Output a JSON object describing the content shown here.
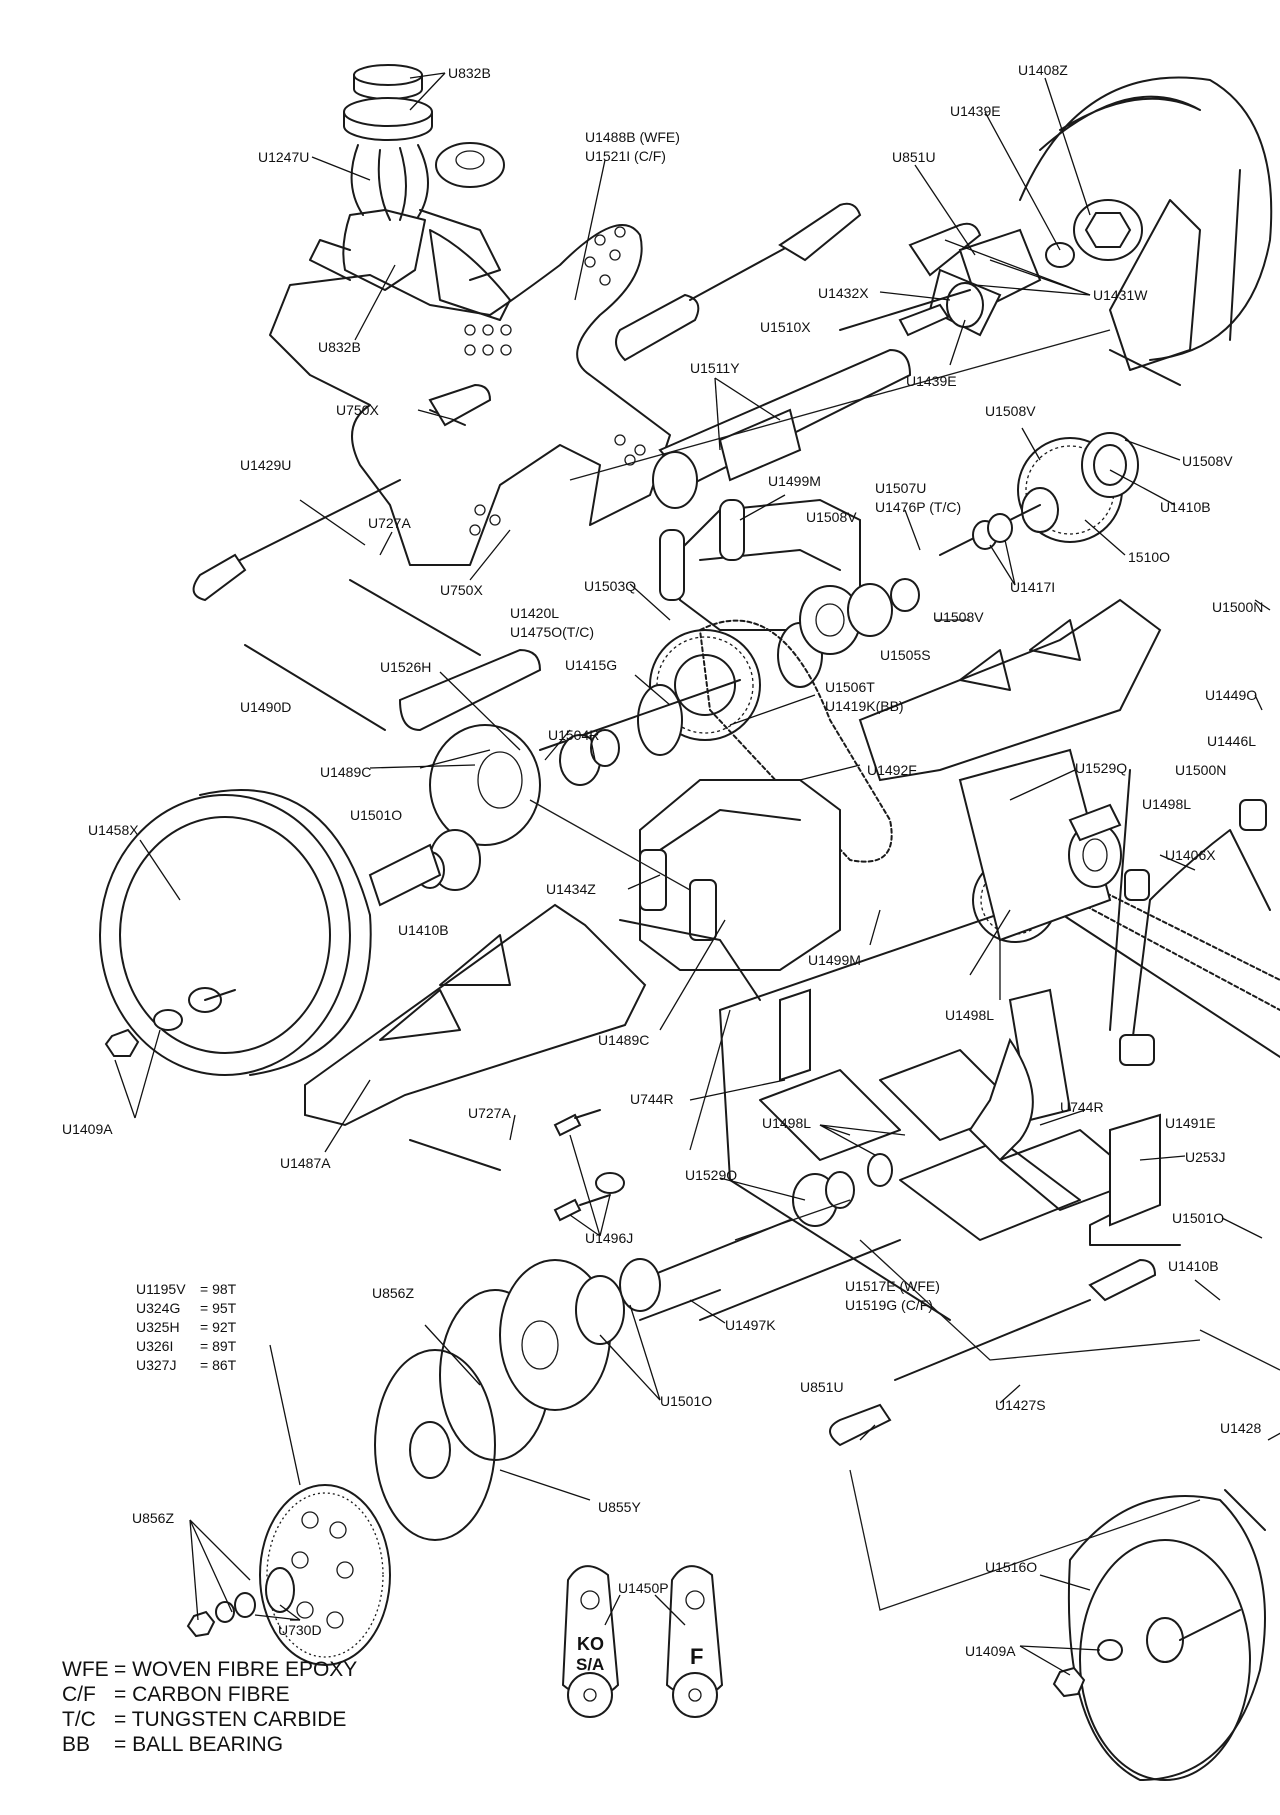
{
  "labels": {
    "u832b_top": "U832B",
    "u1247u": "U1247U",
    "u832b_mid": "U832B",
    "u1488b": "U1488B (WFE)",
    "u1521i": "U1521I (C/F)",
    "u1408z": "U1408Z",
    "u1439e_top": "U1439E",
    "u851u_top": "U851U",
    "u1432x": "U1432X",
    "u1431w": "U1431W",
    "u1510x": "U1510X",
    "u1439e_mid": "U1439E",
    "u1511y": "U1511Y",
    "u750x_top": "U750X",
    "u1508v_a": "U1508V",
    "u1508v_b": "U1508V",
    "u1410b_top": "U1410B",
    "u1429u": "U1429U",
    "u1499m_top": "U1499M",
    "u1507u": "U1507U",
    "u1476p": "U1476P (T/C)",
    "u727a_top": "U727A",
    "u1508v_c": "U1508V",
    "u1510o": "1510O",
    "u750x_mid": "U750X",
    "u1503q": "U1503Q",
    "u1417i": "U1417I",
    "u1420l": "U1420L",
    "u1475o": "U1475O(T/C)",
    "u1508v_d": "U1508V",
    "u1500n_top": "U1500N",
    "u1505s": "U1505S",
    "u1526h": "U1526H",
    "u1415g": "U1415G",
    "u1506t": "U1506T",
    "u1419k": "U1419K(BB)",
    "u1490d": "U1490D",
    "u1449o": "U1449O",
    "u1504r": "U1504R",
    "u1446l": "U1446L",
    "u1489c_top": "U1489C",
    "u1492f": "U1492F",
    "u1529q_top": "U1529Q",
    "u1500n_mid": "U1500N",
    "u1458x": "U1458X",
    "u1501o_top": "U1501O",
    "u1498l_top": "U1498L",
    "u1406x": "U1406X",
    "u1434z": "U1434Z",
    "u1410b_mid": "U1410B",
    "u1499m_mid": "U1499M",
    "u1498l_mid": "U1498L",
    "u1489c_mid": "U1489C",
    "u744r_left": "U744R",
    "u727a_mid": "U727A",
    "u1498l_low": "U1498L",
    "u744r_right": "U744R",
    "u1491e": "U1491E",
    "u1409a_left": "U1409A",
    "u1487a": "U1487A",
    "u253j": "U253J",
    "u1529q_low": "U1529Q",
    "u1501o_right": "U1501O",
    "u1496j": "U1496J",
    "u1410b_right": "U1410B",
    "u1517e": "U1517E (WFE)",
    "u1519g": "U1519G (C/F)",
    "u856z_top": "U856Z",
    "u1497k": "U1497K",
    "u1501o_low": "U1501O",
    "u851u_low": "U851U",
    "u1427s": "U1427S",
    "u1428": "U1428",
    "u855y": "U855Y",
    "u856z_low": "U856Z",
    "u730d": "U730D",
    "u1450p": "U1450P",
    "u1516o": "U1516O",
    "u1409a_right": "U1409A"
  },
  "gear_table": [
    {
      "part": "U1195V",
      "teeth": "= 98T"
    },
    {
      "part": "U324G",
      "teeth": "= 95T"
    },
    {
      "part": "U325H",
      "teeth": "= 92T"
    },
    {
      "part": "U326I",
      "teeth": "= 89T"
    },
    {
      "part": "U327J",
      "teeth": "= 86T"
    }
  ],
  "legend": [
    {
      "abbr": "WFE",
      "meaning": "= WOVEN FIBRE EPOXY"
    },
    {
      "abbr": "C/F",
      "meaning": "= CARBON FIBRE"
    },
    {
      "abbr": "T/C",
      "meaning": "= TUNGSTEN CARBIDE"
    },
    {
      "abbr": "BB",
      "meaning": "= BALL BEARING"
    }
  ],
  "tags": {
    "ko_line1": "KO",
    "ko_line2": "S/A",
    "f": "F"
  }
}
